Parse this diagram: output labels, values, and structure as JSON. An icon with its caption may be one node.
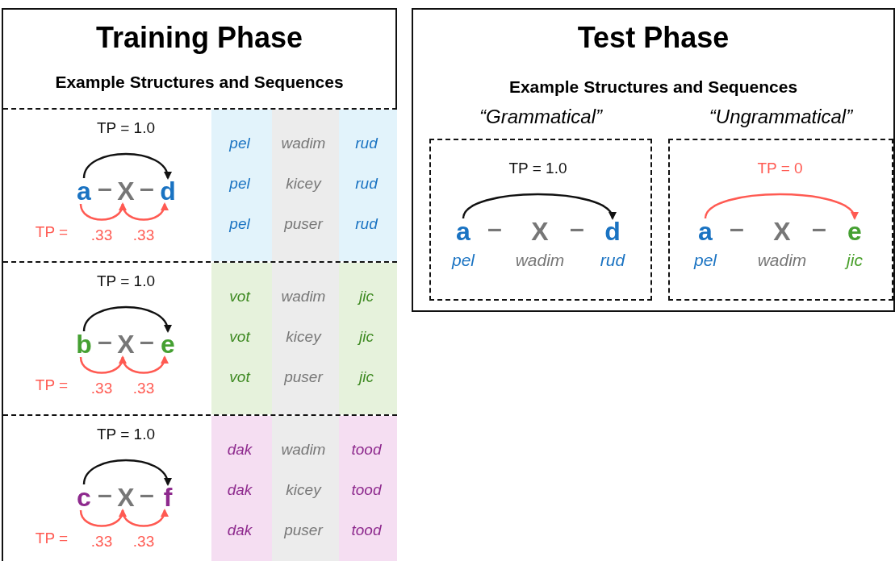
{
  "diagram": {
    "nodes": [
      {
        "text": [
          "Training Phase",
          "Example Structures and Sequences"
        ]
      },
      {
        "text": [],
        "shape": "box",
        "in": 0
      },
      {
        "text": [
          "a"
        ],
        "in": 1
      },
      {
        "text": [
          "X"
        ],
        "in": 1
      },
      {
        "text": [
          "d"
        ],
        "in": 1
      },
      {
        "text": [],
        "shape": "box",
        "in": 0
      },
      {
        "text": [
          "b"
        ],
        "in": 5
      },
      {
        "text": [
          "X"
        ],
        "in": 5
      },
      {
        "text": [
          "e"
        ],
        "in": 5
      },
      {
        "text": [],
        "shape": "box",
        "in": 0
      },
      {
        "text": [
          "c"
        ],
        "in": 9
      },
      {
        "text": [
          "X"
        ],
        "in": 9
      },
      {
        "text": [
          "f"
        ],
        "in": 9
      },
      {
        "text": [
          "Test Phase",
          "Example Structures and Sequences"
        ]
      },
      {
        "text": [
          "“Grammatical”"
        ],
        "in": 13
      },
      {
        "text": [
          "a"
        ],
        "in": 14,
        "beside": [
          "pel"
        ]
      },
      {
        "text": [
          "X"
        ],
        "in": 14,
        "beside": [
          "wadim"
        ]
      },
      {
        "text": [
          "d"
        ],
        "in": 14,
        "beside": [
          "rud"
        ]
      },
      {
        "text": [
          "“Ungrammatical”"
        ],
        "in": 13
      },
      {
        "text": [
          "a"
        ],
        "in": 18,
        "beside": [
          "pel"
        ]
      },
      {
        "text": [
          "X"
        ],
        "in": 18,
        "beside": [
          "wadim"
        ]
      },
      {
        "text": [
          "e"
        ],
        "in": 18,
        "beside": [
          "jic"
        ]
      }
    ],
    "edges": [
      {
        "from": 2,
        "to": 4,
        "arrow": "to",
        "label": "TP = 1.0",
        "color": "#111111"
      },
      {
        "from": 2,
        "to": 3,
        "arrow": "to",
        "label": ".33"
      },
      {
        "from": 3,
        "to": 4,
        "arrow": "to",
        "label": ".33"
      },
      {
        "from": 6,
        "to": 8,
        "arrow": "to",
        "label": "TP = 1.0",
        "color": "#111111"
      },
      {
        "from": 6,
        "to": 7,
        "arrow": "to",
        "label": ".33"
      },
      {
        "from": 7,
        "to": 8,
        "arrow": "to",
        "label": ".33"
      },
      {
        "from": 10,
        "to": 12,
        "arrow": "to",
        "label": "TP = 1.0",
        "color": "#111111"
      },
      {
        "from": 10,
        "to": 11,
        "arrow": "to",
        "label": ".33"
      },
      {
        "from": 11,
        "to": 12,
        "arrow": "to",
        "label": ".33"
      },
      {
        "from": 15,
        "to": 17,
        "arrow": "to",
        "label": "TP = 1.0",
        "color": "#111111"
      },
      {
        "from": 19,
        "to": 21,
        "arrow": "to",
        "label": "TP = 0"
      }
    ],
    "labels": [
      "–",
      "–",
      "TP =",
      "pel",
      "wadim",
      "rud",
      "pel",
      "kicey",
      "rud",
      "pel",
      "puser",
      "rud",
      "–",
      "–",
      "TP =",
      "vot",
      "wadim",
      "jic",
      "vot",
      "kicey",
      "jic",
      "vot",
      "puser",
      "jic",
      "–",
      "–",
      "TP =",
      "dak",
      "wadim",
      "tood",
      "dak",
      "kicey",
      "tood",
      "dak",
      "puser",
      "tood",
      "–",
      "–",
      "–",
      "–"
    ]
  }
}
